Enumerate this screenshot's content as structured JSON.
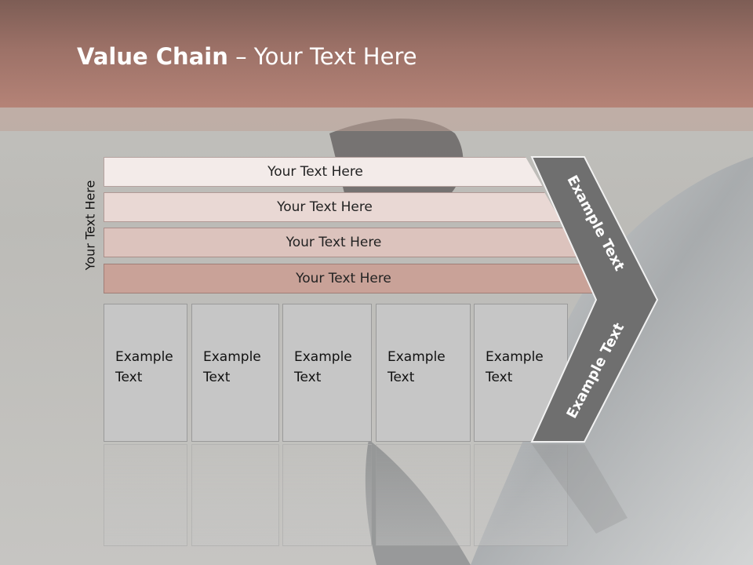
{
  "title": {
    "bold": "Value Chain",
    "rest": " – Your Text Here"
  },
  "side_label": "Your Text Here",
  "rows": [
    {
      "label": "Your Text Here",
      "color": "#f3ebe9"
    },
    {
      "label": "Your Text Here",
      "color": "#e9d8d4"
    },
    {
      "label": "Your Text Here",
      "color": "#dcc3bd"
    },
    {
      "label": "Your Text Here",
      "color": "#c9a298"
    }
  ],
  "columns": [
    {
      "line1": "Example",
      "line2": "Text"
    },
    {
      "line1": "Example",
      "line2": "Text"
    },
    {
      "line1": "Example",
      "line2": "Text"
    },
    {
      "line1": "Example",
      "line2": "Text"
    },
    {
      "line1": "Example",
      "line2": "Text"
    }
  ],
  "chevron": {
    "upper": "Example Text",
    "lower": "Example Text",
    "color": "#6f6f6f"
  },
  "colors": {
    "header": "#9c7167",
    "accent": "#b58377"
  }
}
